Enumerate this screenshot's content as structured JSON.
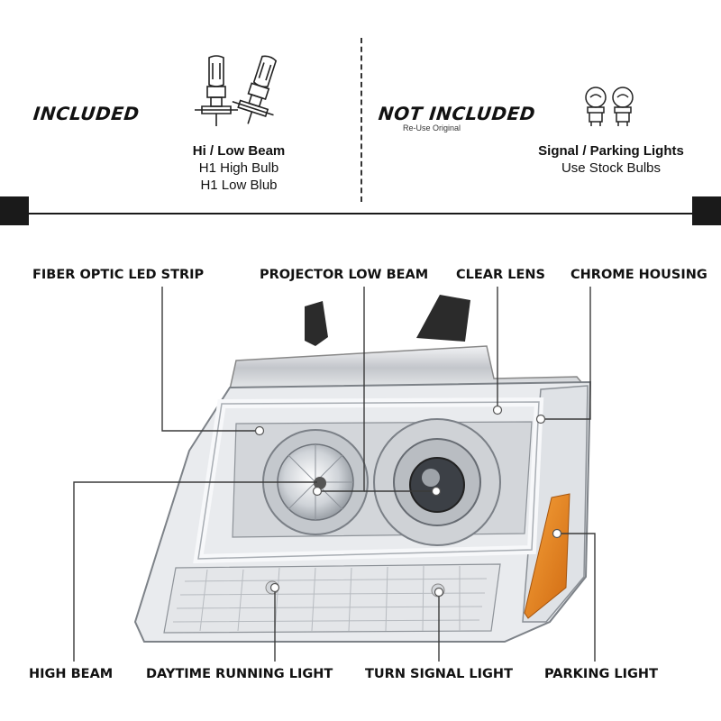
{
  "included": {
    "label": "INCLUDED",
    "caption_title": "Hi / Low Beam",
    "caption_line1": "H1 High Bulb",
    "caption_line2": "H1 Low Blub"
  },
  "not_included": {
    "label": "NOT INCLUDED",
    "note": "Re-Use Original",
    "caption_title": "Signal / Parking Lights",
    "caption_line1": "Use Stock Bulbs"
  },
  "callouts": {
    "fiber_optic": "FIBER OPTIC LED STRIP",
    "projector": "PROJECTOR LOW BEAM",
    "clear_lens": "CLEAR LENS",
    "chrome_housing": "CHROME HOUSING",
    "high_beam": "HIGH BEAM",
    "drl": "DAYTIME RUNNING LIGHT",
    "turn_signal": "TURN SIGNAL LIGHT",
    "parking": "PARKING LIGHT"
  },
  "colors": {
    "accent_dark": "#1a1a1a",
    "amber": "#e8861e",
    "chrome": "#c9ccd0"
  }
}
